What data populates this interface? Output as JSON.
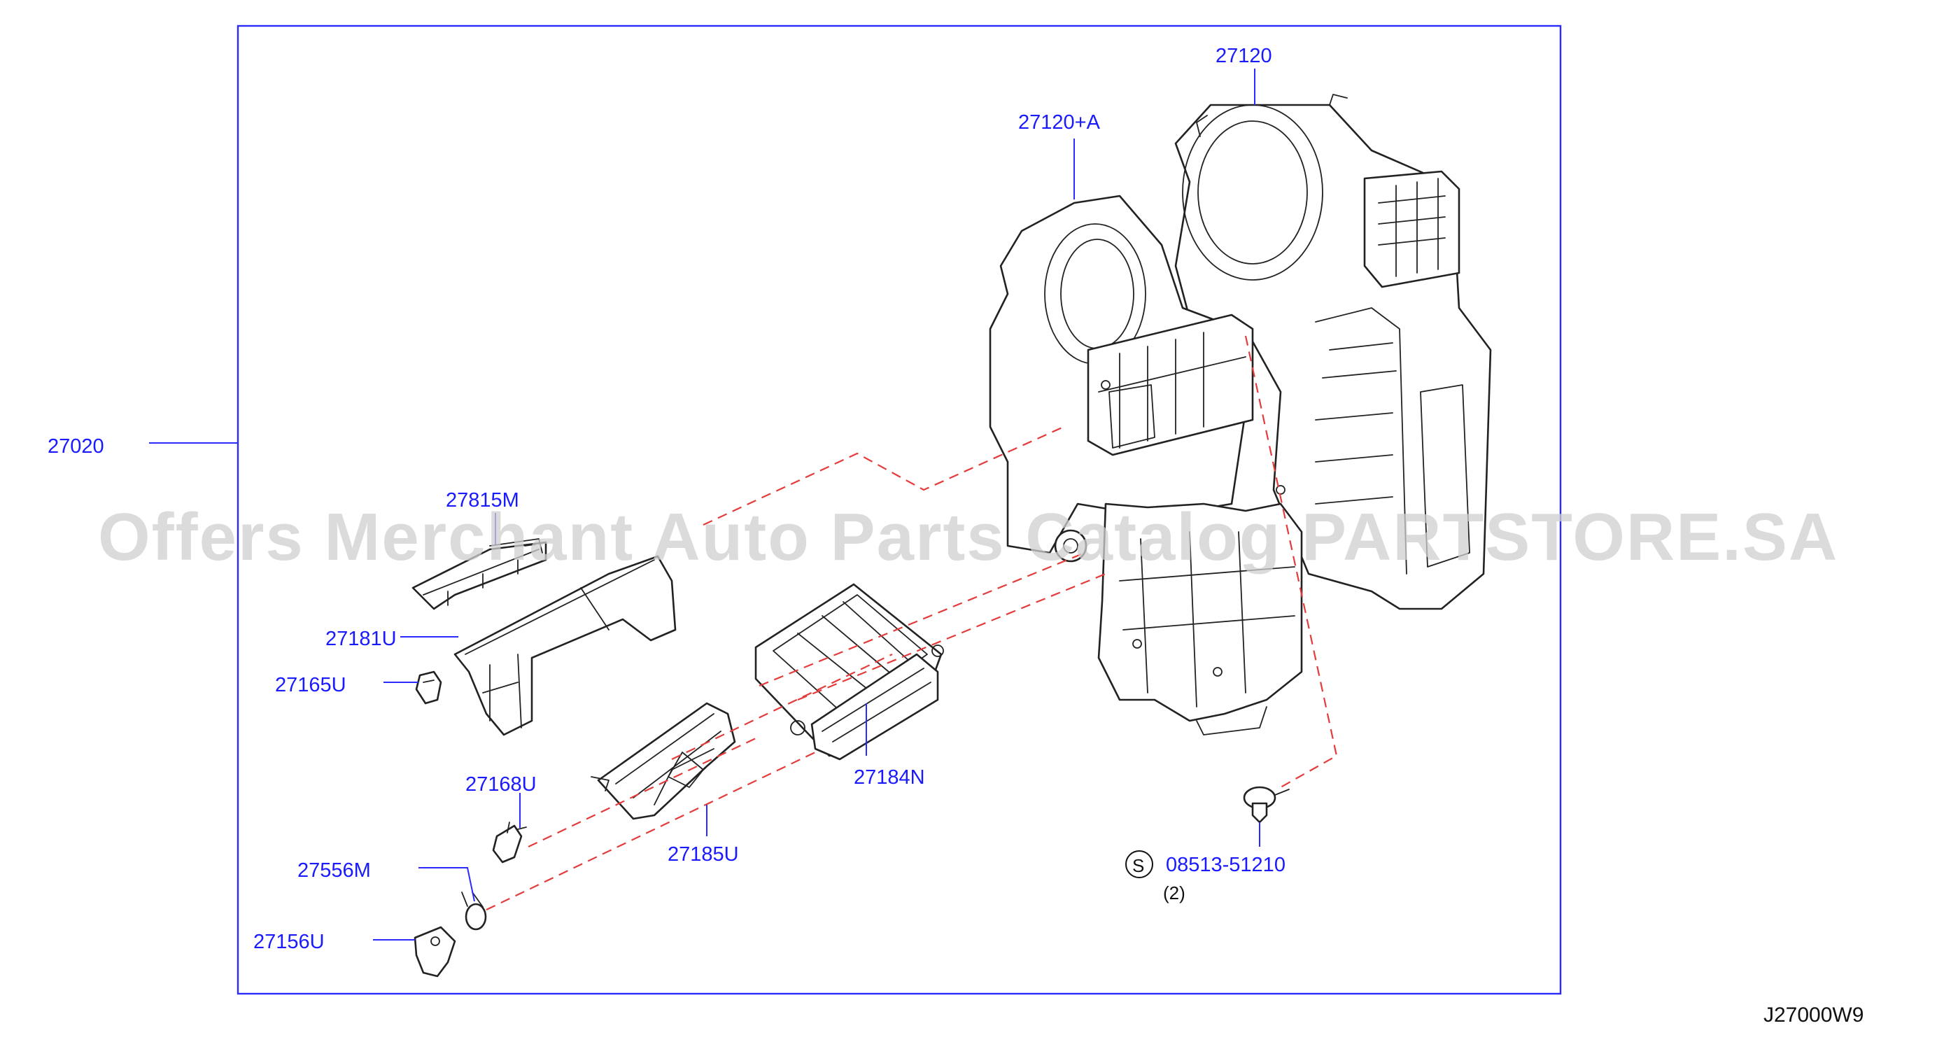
{
  "diagram": {
    "reference_code": "J27000W9",
    "watermark": "Offers Merchant Auto Parts Catalog PARTSTORE.SA",
    "border_color": "#2b2bff",
    "label_color": "#1a1aff",
    "dashed_line_color": "#e43b3b",
    "callouts": {
      "p27020": "27020",
      "p27120": "27120",
      "p27120a": "27120+A",
      "p27815m": "27815M",
      "p27181u": "27181U",
      "p27165u": "27165U",
      "p27168u": "27168U",
      "p27556m": "27556M",
      "p27156u": "27156U",
      "p27185u": "27185U",
      "p27184n": "27184N",
      "p08513": "08513-51210",
      "p08513_qty": "(2)",
      "p08513_symbol": "S"
    }
  }
}
